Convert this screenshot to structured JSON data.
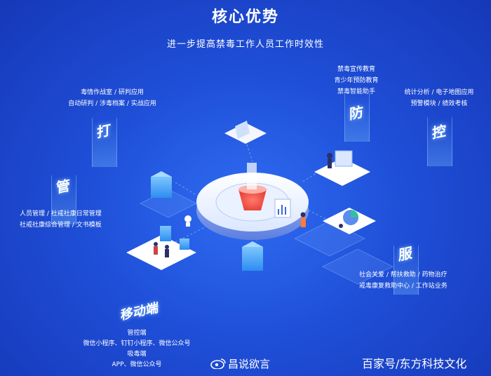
{
  "title": "核心优势",
  "subtitle": "进一步提高禁毒工作人员工作时效性",
  "nodes": {
    "da": {
      "label": "打",
      "items": [
        "毒情作战室 / 研判应用",
        "自动研判 / 涉毒档案 / 实战应用"
      ]
    },
    "fang": {
      "label": "防",
      "items": [
        "禁毒宣传教育",
        "青少年预防教育",
        "禁毒智能助手"
      ]
    },
    "kong": {
      "label": "控",
      "items": [
        "统计分析 / 电子地图应用",
        "预警模块 / 绩效考核"
      ]
    },
    "guan": {
      "label": "管",
      "items": [
        "人员管理 / 社戒社康日常管理",
        "社戒社康综合管理 / 文书模板"
      ]
    },
    "fu": {
      "label": "服",
      "items": [
        "社会关爱 / 帮扶救助 / 药物治疗",
        "戒毒康复救助中心 / 工作站业务"
      ]
    },
    "mobile": {
      "label": "移动端",
      "items": [
        "管控端",
        "微信小程序、钉钉小程序、微信公众号",
        "吸毒端",
        "APP、微信公众号"
      ]
    }
  },
  "watermarks": {
    "weibo": "昌说欲言",
    "baijiahao": "百家号/东方科技文化"
  },
  "icons": [
    "weibo-icon",
    "laptop-icon",
    "person-icon",
    "chart-icon",
    "pie-chart-icon",
    "server-icon"
  ]
}
